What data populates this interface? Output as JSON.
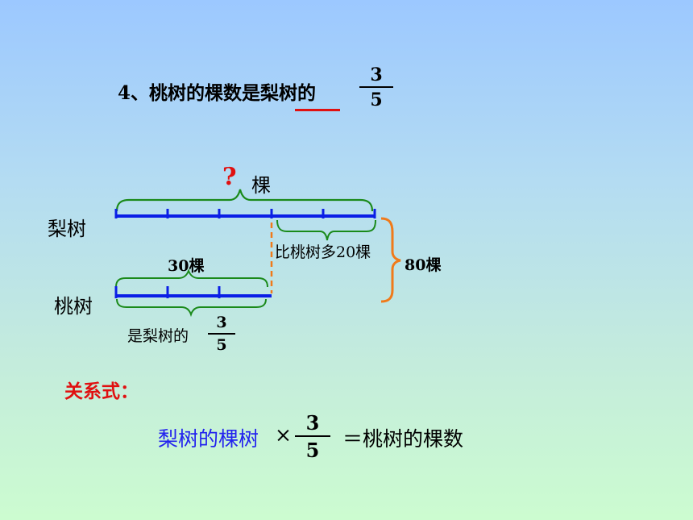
{
  "problem": {
    "title": "4、桃树的棵数是梨树的",
    "fraction": {
      "numerator": "3",
      "denominator": "5"
    }
  },
  "diagram": {
    "unknown_mark": "?",
    "unknown_unit": "棵",
    "pear_label": "梨树",
    "peach_label": "桃树",
    "peach_count": "30棵",
    "more_than_peach": "比桃树多20棵",
    "total": "80棵",
    "peach_is_pear_fraction_text": "是梨树的",
    "fraction": {
      "numerator": "3",
      "denominator": "5"
    },
    "pear_segments": 5,
    "peach_segments": 3
  },
  "relation": {
    "label": "关系式：",
    "left": "梨树的棵树",
    "times": "×",
    "fraction": {
      "numerator": "3",
      "denominator": "5"
    },
    "right": "＝桃树的棵数"
  },
  "colors": {
    "blue_bar": "#0a1ee6",
    "green_brace": "#1a8a1a",
    "orange": "#f07a1a",
    "red": "#e01010",
    "relation_blue": "#2222ee"
  }
}
